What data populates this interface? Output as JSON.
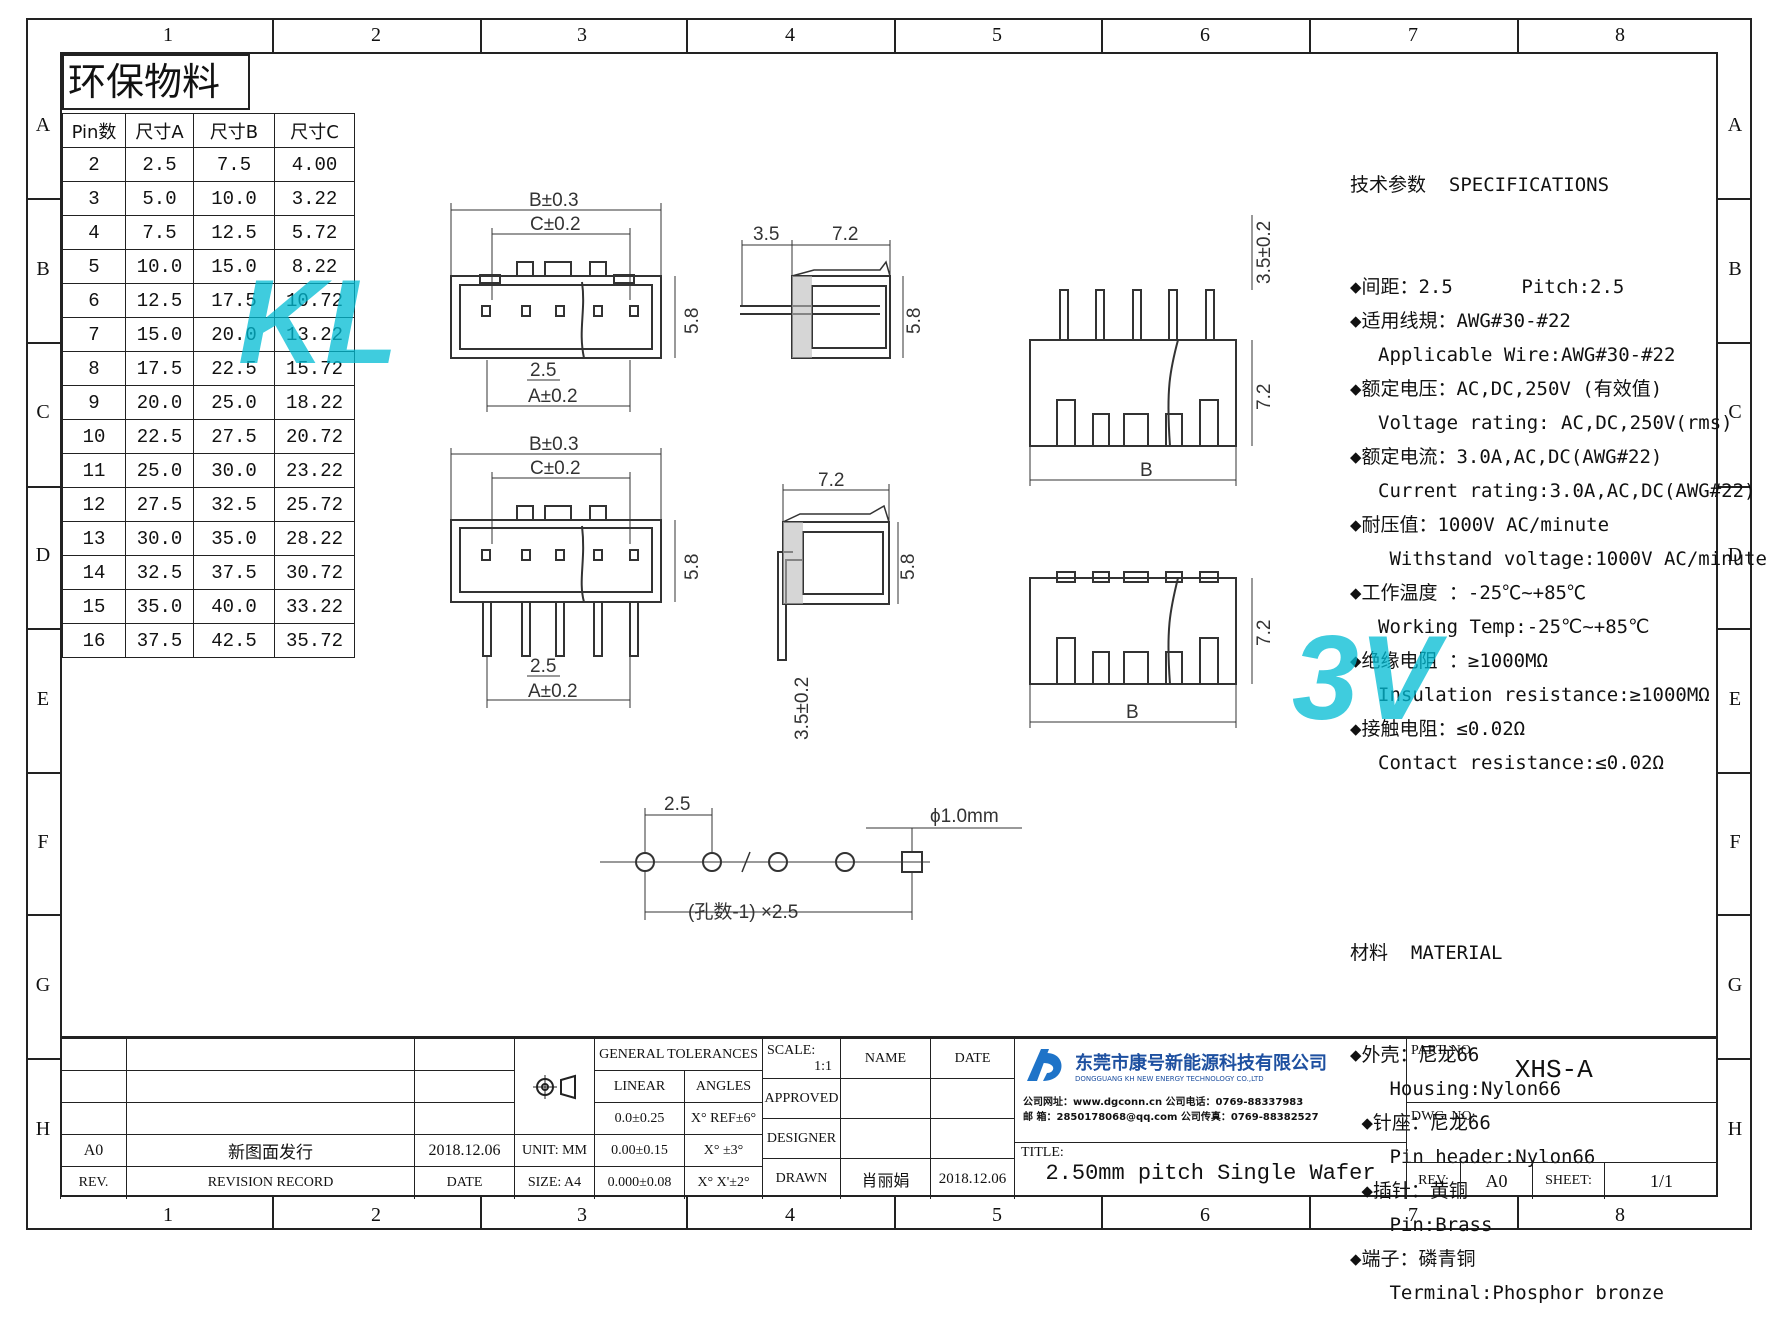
{
  "frame": {
    "columns": [
      "1",
      "2",
      "3",
      "4",
      "5",
      "6",
      "7",
      "8"
    ],
    "rows": [
      "A",
      "B",
      "C",
      "D",
      "E",
      "F",
      "G",
      "H"
    ]
  },
  "eco_label": "环保物料",
  "dim_table": {
    "headers": [
      "Pin数",
      "尺寸A",
      "尺寸B",
      "尺寸C"
    ],
    "rows": [
      [
        "2",
        "2.5",
        "7.5",
        "4.00"
      ],
      [
        "3",
        "5.0",
        "10.0",
        "3.22"
      ],
      [
        "4",
        "7.5",
        "12.5",
        "5.72"
      ],
      [
        "5",
        "10.0",
        "15.0",
        "8.22"
      ],
      [
        "6",
        "12.5",
        "17.5",
        "10.72"
      ],
      [
        "7",
        "15.0",
        "20.0",
        "13.22"
      ],
      [
        "8",
        "17.5",
        "22.5",
        "15.72"
      ],
      [
        "9",
        "20.0",
        "25.0",
        "18.22"
      ],
      [
        "10",
        "22.5",
        "27.5",
        "20.72"
      ],
      [
        "11",
        "25.0",
        "30.0",
        "23.22"
      ],
      [
        "12",
        "27.5",
        "32.5",
        "25.72"
      ],
      [
        "13",
        "30.0",
        "35.0",
        "28.22"
      ],
      [
        "14",
        "32.5",
        "37.5",
        "30.72"
      ],
      [
        "15",
        "35.0",
        "40.0",
        "33.22"
      ],
      [
        "16",
        "37.5",
        "42.5",
        "35.72"
      ]
    ]
  },
  "dimensions": {
    "b_tol": "B±0.3",
    "c_tol": "C±0.2",
    "a_tol": "A±0.2",
    "pitch": "2.5",
    "height": "5.8",
    "depth": "7.2",
    "pin_len": "3.5",
    "pin_tol": "3.5±0.2",
    "height2": "7.2",
    "b_label": "B",
    "hole": "ϕ1.0mm",
    "hole_rule": "(孔数-1) ×2.5"
  },
  "specs": {
    "heading": "技术参数  SPECIFICATIONS",
    "lines": [
      {
        "text": "◆间距：2.5      Pitch:2.5",
        "indent": false
      },
      {
        "text": "◆适用线規：AWG#30-#22",
        "indent": false
      },
      {
        "text": "Applicable Wire:AWG#30-#22",
        "indent": true
      },
      {
        "text": "◆额定电压：AC,DC,250V (有效值)",
        "indent": false
      },
      {
        "text": "Voltage rating: AC,DC,250V(rms)",
        "indent": true
      },
      {
        "text": "◆额定电流：3.0A,AC,DC(AWG#22)",
        "indent": false
      },
      {
        "text": "Current rating:3.0A,AC,DC(AWG#22)",
        "indent": true
      },
      {
        "text": "◆耐压值：1000V AC/minute",
        "indent": false
      },
      {
        "text": " Withstand voltage:1000V AC/minute",
        "indent": true
      },
      {
        "text": "◆工作温度 ：-25℃~+85℃",
        "indent": false
      },
      {
        "text": "Working Temp:-25℃~+85℃",
        "indent": true
      },
      {
        "text": "◆绝缘电阻 ：≥1000MΩ",
        "indent": false
      },
      {
        "text": "Insulation resistance:≥1000MΩ",
        "indent": true
      },
      {
        "text": "◆接触电阻：≤0.02Ω",
        "indent": false
      },
      {
        "text": "Contact resistance:≤0.02Ω",
        "indent": true
      }
    ],
    "material_heading": "材料  MATERIAL",
    "material_lines": [
      {
        "text": "◆外壳：尼龙66",
        "indent": false
      },
      {
        "text": " Housing:Nylon66",
        "indent": true
      },
      {
        "text": " ◆针座：尼龙66",
        "indent": false
      },
      {
        "text": " Pin header:Nylon66",
        "indent": true
      },
      {
        "text": " ◆插针：黄铜",
        "indent": false
      },
      {
        "text": " Pin:Brass",
        "indent": true
      },
      {
        "text": "◆端子：磷青铜",
        "indent": false
      },
      {
        "text": " Terminal:Phosphor bronze",
        "indent": true
      }
    ]
  },
  "title_block": {
    "rev_value": "A0",
    "rev_desc": "新图面发行",
    "rev_date": "2018.12.06",
    "rev_label": "REV.",
    "revision_record": "REVISION RECORD",
    "date_label": "DATE",
    "unit": "UNIT: MM",
    "size": "SIZE: A4",
    "general_tol": "GENERAL TOLERANCES",
    "linear": "LINEAR",
    "angles": "ANGLES",
    "lin1": "0.0±0.25",
    "lin2": "0.00±0.15",
    "lin3": "0.000±0.08",
    "ang1": "X° REF±6°",
    "ang2": "X° ±3°",
    "ang3": "X° X'±2°",
    "scale_label": "SCALE:",
    "scale_value": "1:1",
    "name_label": "NAME",
    "date_hdr": "DATE",
    "approved": "APPROVED",
    "designer": "DESIGNER",
    "drawn": "DRAWN",
    "drawn_name": "肖丽娟",
    "drawn_date": "2018.12.06",
    "company_cn": "东莞市康号新能源科技有限公司",
    "company_en": "DONGGUANG KH NEW ENERGY TECHNOLOGY CO.,LTD",
    "contact1": "公司网址：www.dgconn.cn    公司电话：0769-88337983",
    "contact2": "邮  箱：2850178068@qq.com  公司传真：0769-88382527",
    "title_label": "TITLE:",
    "title": "2.50mm pitch Single Wafer",
    "part_label": "PART. NO:",
    "part_no": "XHS-A",
    "dwg_label": "DWG. NO:",
    "rev2_label": "REV:",
    "rev2_value": "A0",
    "sheet_label": "SHEET:",
    "sheet_value": "1/1"
  }
}
